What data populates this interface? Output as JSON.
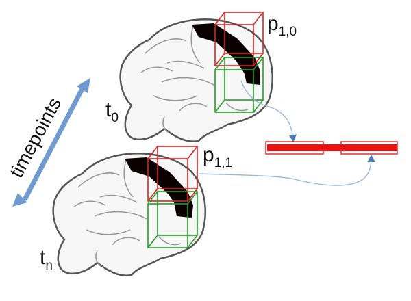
{
  "labels": {
    "axis": "timepoints",
    "t_top": "t",
    "t_top_sub": "0",
    "t_bottom": "t",
    "t_bottom_sub": "n",
    "patch_top": "p",
    "patch_top_sub": "1,0",
    "patch_bottom": "p",
    "patch_bottom_sub": "1,1"
  },
  "colors": {
    "arrow": "#6f9bd1",
    "red_box": "#e02020",
    "green_box": "#22a022",
    "lesion": "#0b0000",
    "brain_outline": "#555555",
    "brain_fill": "#f7f7f7",
    "link_line": "#9ab6dc",
    "vector_fill": "#ee1111"
  },
  "icons": {
    "axis": "double-arrow",
    "brain": "brain-sketch",
    "patch": "3d-cube-outline",
    "vector": "feature-vector-bar"
  }
}
